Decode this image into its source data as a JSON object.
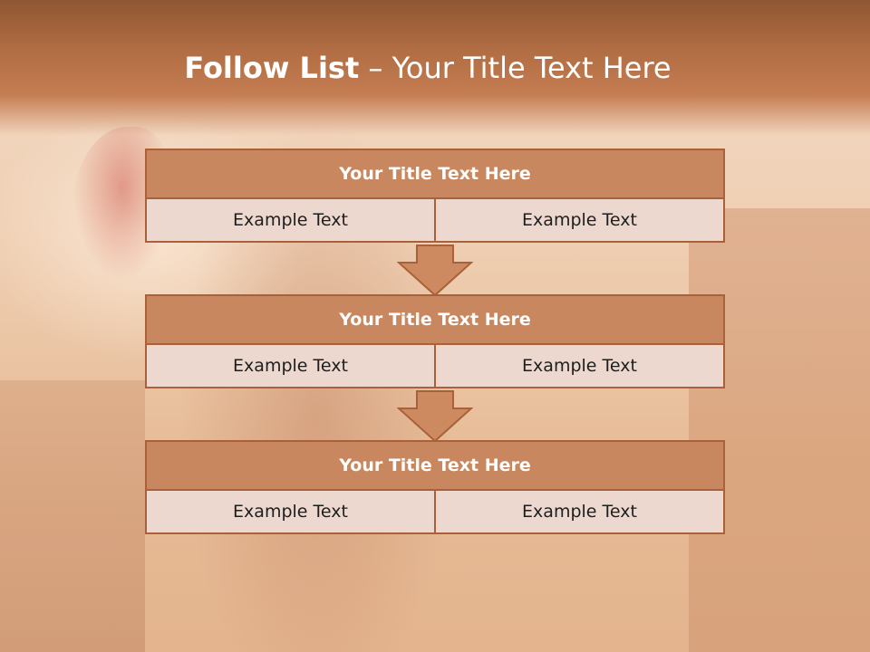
{
  "slide": {
    "title_strong": "Follow List",
    "title_rest": " – Your Title Text Here"
  },
  "blocks": [
    {
      "title": "Your Title Text Here",
      "left": "Example Text",
      "right": "Example Text"
    },
    {
      "title": "Your Title Text Here",
      "left": "Example Text",
      "right": "Example Text"
    },
    {
      "title": "Your Title Text Here",
      "left": "Example Text",
      "right": "Example Text"
    }
  ],
  "colors": {
    "header": "#b06c42",
    "block_title_fill": "#c8875e",
    "block_border": "#a8613a",
    "cell_fill": "#ecd8cf",
    "arrow_fill": "#cd8a60"
  }
}
